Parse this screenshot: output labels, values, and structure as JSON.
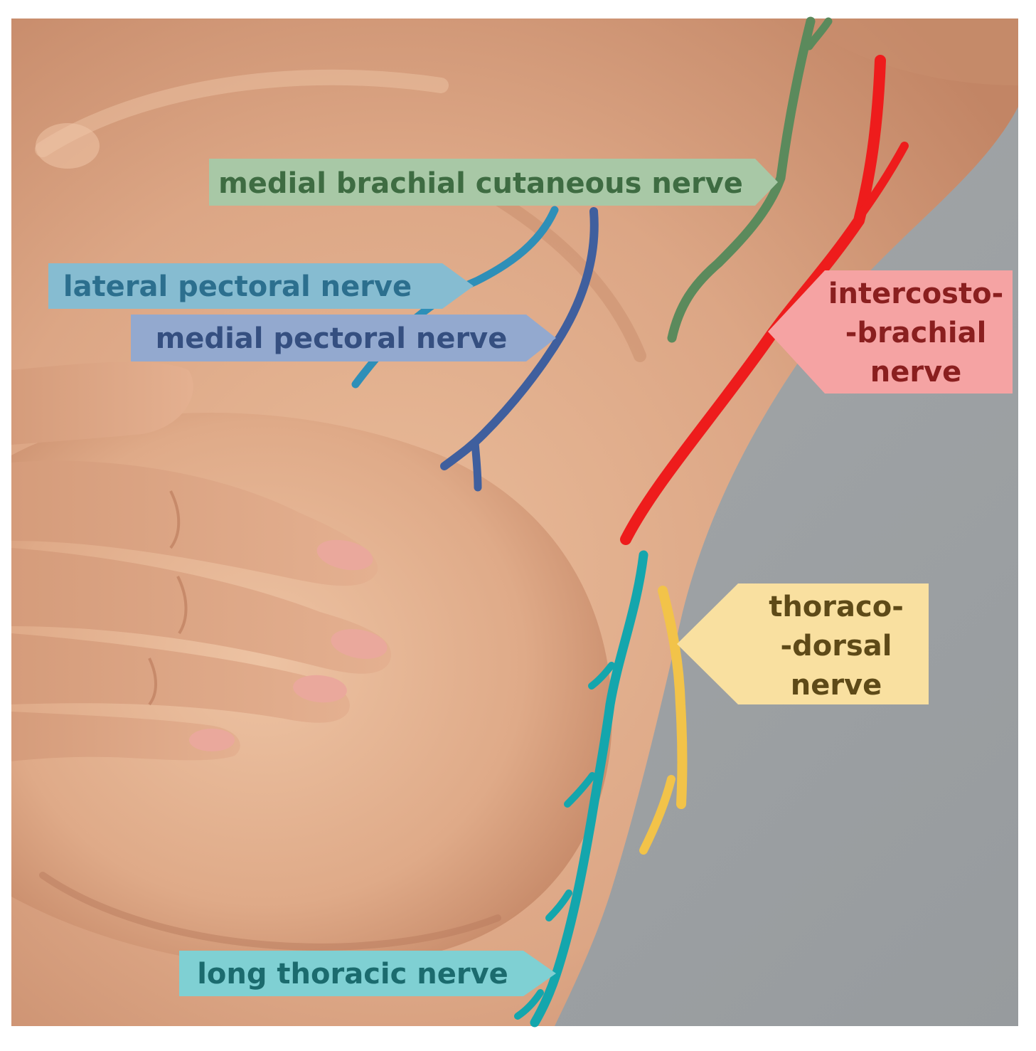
{
  "labels": {
    "medial_brachial": {
      "text": "medial brachial cutaneous nerve",
      "fill": "#a8c8a6",
      "text_color": "#3e6c42",
      "nerve_color": "#5b8a5c"
    },
    "lateral_pectoral": {
      "text": "lateral pectoral nerve",
      "fill": "#86bcd1",
      "text_color": "#2c6f8e",
      "nerve_color": "#2e8fb8"
    },
    "medial_pectoral": {
      "text": "medial pectoral nerve",
      "fill": "#93a9cf",
      "text_color": "#354f80",
      "nerve_color": "#3f5f9e"
    },
    "intercostobrachial": {
      "lines": [
        "intercosto-",
        "-brachial",
        "nerve"
      ],
      "fill": "#f5a3a3",
      "text_color": "#8a1f1f",
      "nerve_color": "#ee1c1c"
    },
    "thoracodorsal": {
      "lines": [
        "thoraco-",
        "-dorsal",
        "nerve"
      ],
      "fill": "#f9e0a0",
      "text_color": "#5e4a18",
      "nerve_color": "#f2c349"
    },
    "long_thoracic": {
      "text": "long thoracic nerve",
      "fill": "#7fd0d3",
      "text_color": "#1b6b6e",
      "nerve_color": "#14a6ad"
    }
  },
  "colors": {
    "skin_light": "#e7b897",
    "skin_mid": "#cf9878",
    "skin_dark": "#b5785a",
    "nail": "#e9a49a",
    "background_gray": "#9fa3a6"
  }
}
